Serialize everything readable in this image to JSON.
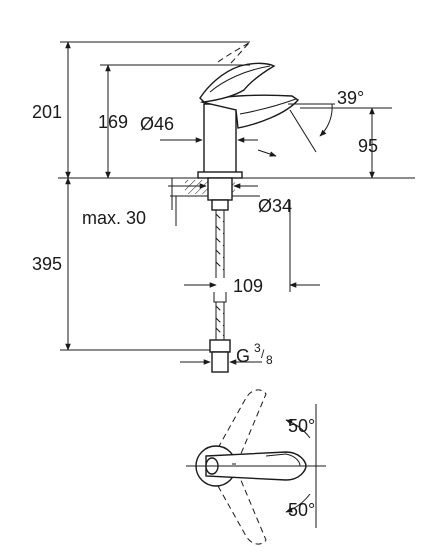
{
  "dimensions": {
    "overall_height": "201",
    "spout_height": "169",
    "spout_diameter": "Ø46",
    "handle_angle": "39°",
    "spout_outlet_height": "95",
    "base_diameter": "Ø34",
    "max_thickness": "max. 30",
    "hose_length": "395",
    "spout_reach": "109",
    "thread_main": "G",
    "thread_num": "3",
    "thread_den": "8",
    "rotation_back": "50°",
    "rotation_front": "50°"
  }
}
